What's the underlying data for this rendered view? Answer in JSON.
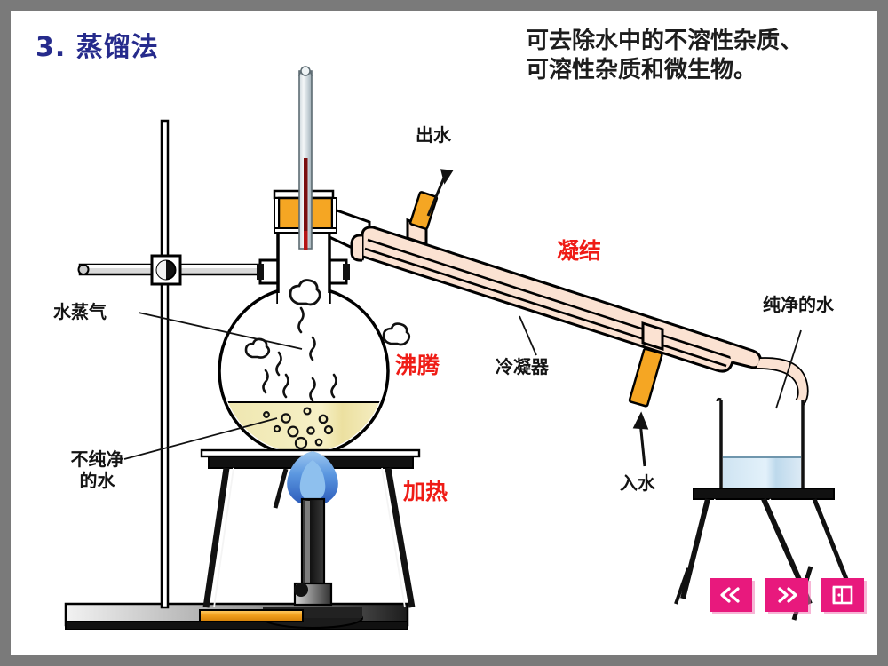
{
  "slide": {
    "title": "3. 蒸馏法",
    "subtitle_line1": "可去除水中的不溶性杂质、",
    "subtitle_line2": "可溶性杂质和微生物。",
    "title_color": "#262b8c",
    "accent_red": "#ef1c16",
    "background": "#ffffff",
    "frame_color": "#7a7a7a"
  },
  "labels": {
    "water_vapor": "水蒸气",
    "impure_water_line1": "不纯净",
    "impure_water_line2": "的水",
    "water_out": "出水",
    "water_in": "入水",
    "condenser": "冷凝器",
    "pure_water": "纯净的水",
    "boiling": "沸腾",
    "condensation": "凝结",
    "heating": "加热"
  },
  "nav": {
    "prev_label": "≪",
    "next_label": "≫",
    "exit_label": "⤴",
    "prev_name": "previous-slide",
    "next_name": "next-slide",
    "exit_name": "exit-slideshow",
    "color": "#e8197d"
  },
  "apparatus": {
    "flask_liquid_color": "#f2eab4",
    "condenser_color": "#fbe2d2",
    "stopper_color": "#f5a623",
    "thermometer_mercury": "#7a0d0d",
    "flame_color": "#3f7fe0",
    "beaker_water_color": "#cfe4f2",
    "stand_color": "#111111",
    "gas_tube_color": "#f2a01e"
  }
}
